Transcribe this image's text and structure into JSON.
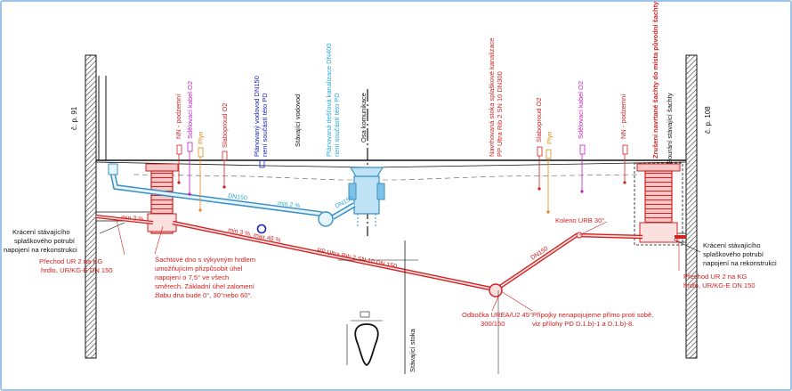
{
  "colors": {
    "red": "#d32020",
    "blue": "#1a22b8",
    "cyan": "#2aa9d6",
    "magenta": "#c020c0",
    "orange": "#e08a18",
    "black": "#111111",
    "rainwater": "#3a8fc7"
  },
  "vertical_labels": {
    "cp91": "č. p. 91",
    "nn_left": "NN - podzemní",
    "sdel_left": "Sdělovací kabel O2",
    "plyn_left": "Plyn",
    "slaboproud_left": "Slaboproud O2",
    "vodovod_plan_1": "Plánovaný vodovod DN150",
    "vodovod_plan_2": "není součástí této PD",
    "vodovod_stav": "Stávající vodovod",
    "destova_1": "Plánovaná dešťová kanalizace DN400",
    "destova_2": "není součástí této PD",
    "osa": "Osa komunikace",
    "stoka_1": "Navrhovaná stoka splaškové kanalizace",
    "stoka_2": "PP Ultra Rib 2 SN 10 DN300",
    "slaboproud_right": "Slaboproud O2",
    "plyn_right": "Plyn",
    "sdel_right": "Sdělovací kabel O2",
    "nn_right": "NN - podzemní",
    "zruseni_1": "Zrušení navrtané šachty do místa původní šachty",
    "zruseni_2": "Bourání stávající šachty",
    "cp108": "č. p. 108",
    "stavajici_stoka": "Stávající stoka"
  },
  "pipe_labels": {
    "dn150_upper": "DN150",
    "slope_upper": "min 2 %",
    "dn150_mid": "DN150",
    "min3": "min 3 %",
    "min_max": "min 3 %, max 40 %",
    "main": "PP Ultra Rib 2 SN 10 DN 150",
    "dn150_right": "DN150"
  },
  "notes": {
    "left_reconstruction": [
      "Krácení stávajícího",
      "splaškového potrubí",
      "napojení na rekonstrukci"
    ],
    "right_reconstruction": [
      "Krácení stávajícího",
      "splaškového potrubí",
      "napojení na rekonstrukci"
    ],
    "left_transition": [
      "Přechod UR 2 na KG",
      "hrdlo, UR/KG-E DN 150"
    ],
    "right_transition": [
      "Přechod UR 2 na KG",
      "hrdlo, UR/KG-E DN 150"
    ],
    "shaft_bottom": [
      "Šachtové dno s výkyvným hrdlem",
      "umožňujícím přizpůsobit úhel",
      "napojení o 7,5° ve všech",
      "směrech. Základní úhel zalomení",
      "žlabu dna bude 0°, 30°nebo 60°."
    ],
    "elbow": "Koleno URB 30°",
    "branch": [
      "Odbočka UREA/U2 45°",
      "300/150"
    ],
    "connections": [
      "Přípojky nenapojujeme přímo proti sobě,",
      "viz přílohy PD D.1.b)-1 a D.1.b)-8."
    ]
  }
}
